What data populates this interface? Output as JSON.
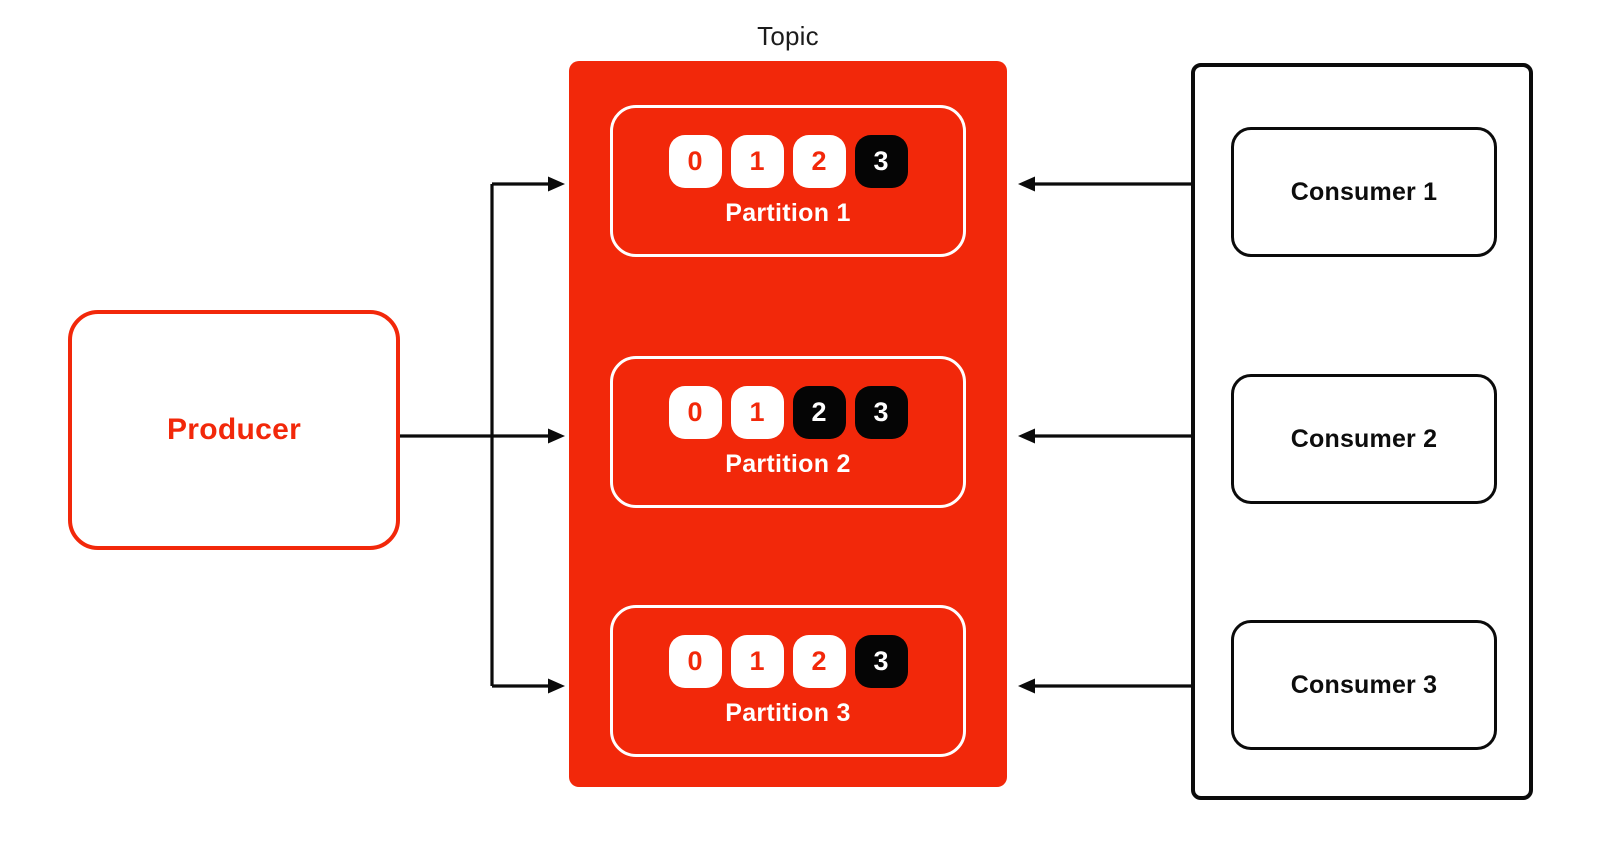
{
  "colors": {
    "accent_red": "#F2280A",
    "chip_black": "#050505",
    "line_black": "#0b0b0b"
  },
  "diagram": {
    "topic": {
      "title": "Topic",
      "partitions": [
        {
          "label": "Partition 1",
          "offsets": [
            {
              "value": "0",
              "state": "pending"
            },
            {
              "value": "1",
              "state": "pending"
            },
            {
              "value": "2",
              "state": "pending"
            },
            {
              "value": "3",
              "state": "consumed"
            }
          ]
        },
        {
          "label": "Partition 2",
          "offsets": [
            {
              "value": "0",
              "state": "pending"
            },
            {
              "value": "1",
              "state": "pending"
            },
            {
              "value": "2",
              "state": "consumed"
            },
            {
              "value": "3",
              "state": "consumed"
            }
          ]
        },
        {
          "label": "Partition 3",
          "offsets": [
            {
              "value": "0",
              "state": "pending"
            },
            {
              "value": "1",
              "state": "pending"
            },
            {
              "value": "2",
              "state": "pending"
            },
            {
              "value": "3",
              "state": "consumed"
            }
          ]
        }
      ]
    },
    "producer": {
      "label": "Producer"
    },
    "consumer_group": {
      "consumers": [
        {
          "label": "Consumer 1"
        },
        {
          "label": "Consumer 2"
        },
        {
          "label": "Consumer 3"
        }
      ]
    }
  }
}
